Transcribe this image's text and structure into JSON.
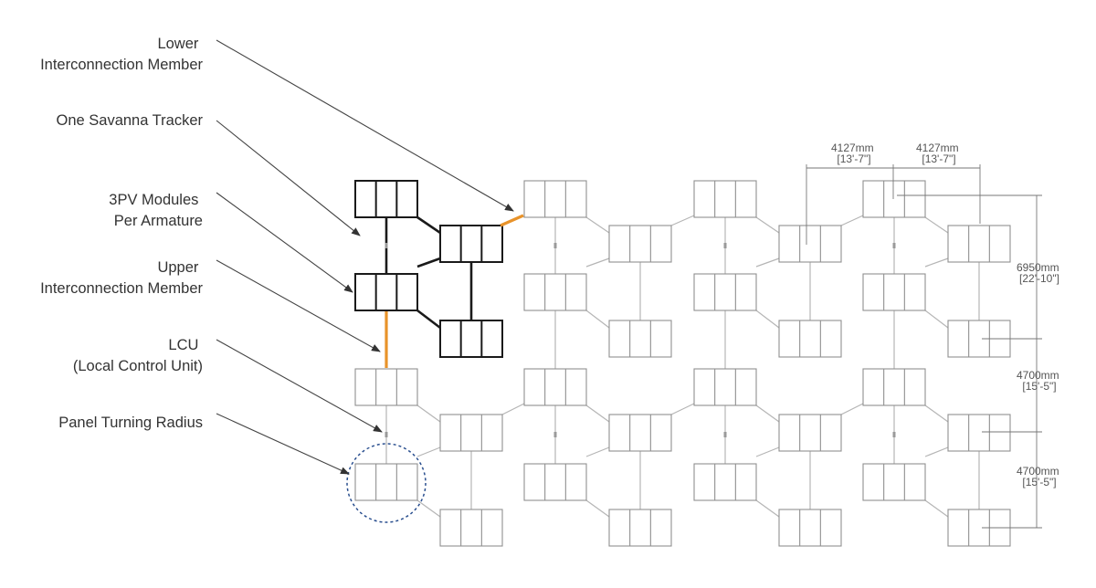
{
  "labels": {
    "lower_interconnection": [
      "Lower",
      "Interconnection Member"
    ],
    "one_tracker": [
      "One Savanna Tracker"
    ],
    "modules_per_armature": [
      "3PV Modules",
      "Per Armature"
    ],
    "upper_interconnection": [
      "Upper",
      "Interconnection Member"
    ],
    "lcu": [
      "LCU",
      "(Local Control Unit)"
    ],
    "turning_radius": [
      "Panel Turning Radius"
    ]
  },
  "dimensions": {
    "spacing_1": [
      "4127mm",
      "[13'-7\"]"
    ],
    "spacing_2": [
      "4127mm",
      "[13'-7\"]"
    ],
    "row_spacing": [
      "6950mm",
      "[22'-10\"]"
    ],
    "block_spacing_1": [
      "4700mm",
      "[15'-5\"]"
    ],
    "block_spacing_2": [
      "4700mm",
      "[15'-5\"]"
    ]
  },
  "colors": {
    "highlight_member": "#e8932a",
    "highlight_tracker": "#1a1a1a",
    "turning_radius_circle": "#2a4f8f"
  },
  "icons": {
    "leader_arrow": "arrow-head"
  }
}
